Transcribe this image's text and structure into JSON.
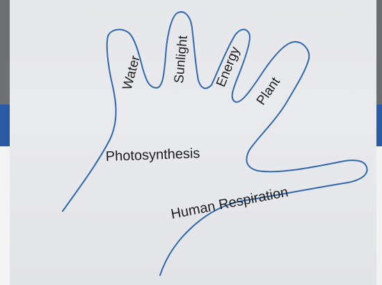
{
  "colors": {
    "outline": "#2e66ad",
    "ink": "#1d1d1f",
    "paper": "#e7e8eb",
    "screen_gray": "#6f7072",
    "screen_blue": "#2a5aa4"
  },
  "diagram": {
    "fingers": [
      {
        "label": "Water"
      },
      {
        "label": "Sunlight"
      },
      {
        "label": "Energy"
      },
      {
        "label": "Plant"
      }
    ],
    "palm_label": "Photosynthesis",
    "thumb_label": "Human Respiration"
  }
}
